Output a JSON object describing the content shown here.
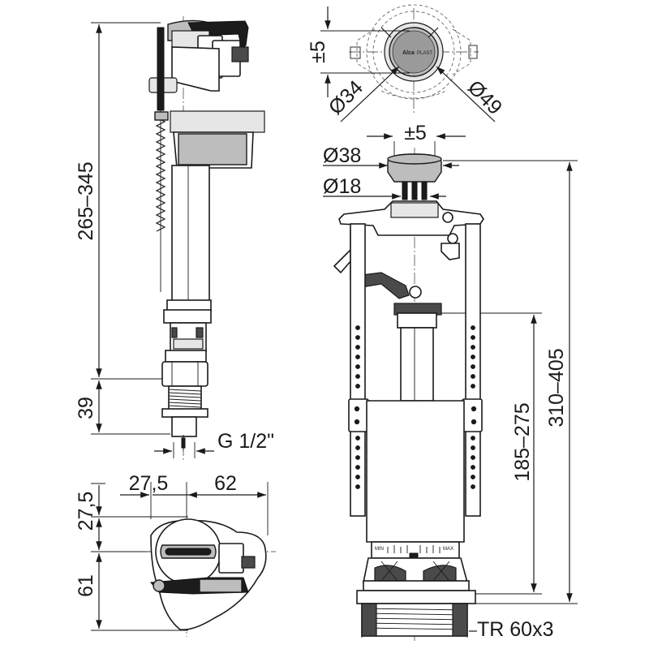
{
  "dimensions": {
    "fill_valve_height": "265–345",
    "fill_valve_thread_length": "39",
    "fill_valve_thread": "G 1/2\"",
    "fill_valve_top_width_left": "27,5",
    "fill_valve_top_width_right": "62",
    "fill_valve_top_depth_upper": "27,5",
    "fill_valve_top_depth_lower": "61",
    "button_offset_top": "±5",
    "button_diameter_inner_top": "Ø34",
    "button_diameter_outer_top": "Ø49",
    "button_offset_side": "±5",
    "button_diameter_38": "Ø38",
    "button_diameter_18": "Ø18",
    "flush_valve_stroke": "185–275",
    "flush_valve_height": "310–405",
    "flush_valve_thread": "TR 60x3"
  },
  "labels": {
    "brand": "Alca",
    "brand_suffix": "PLAST",
    "min": "MIN",
    "max": "MAX"
  }
}
